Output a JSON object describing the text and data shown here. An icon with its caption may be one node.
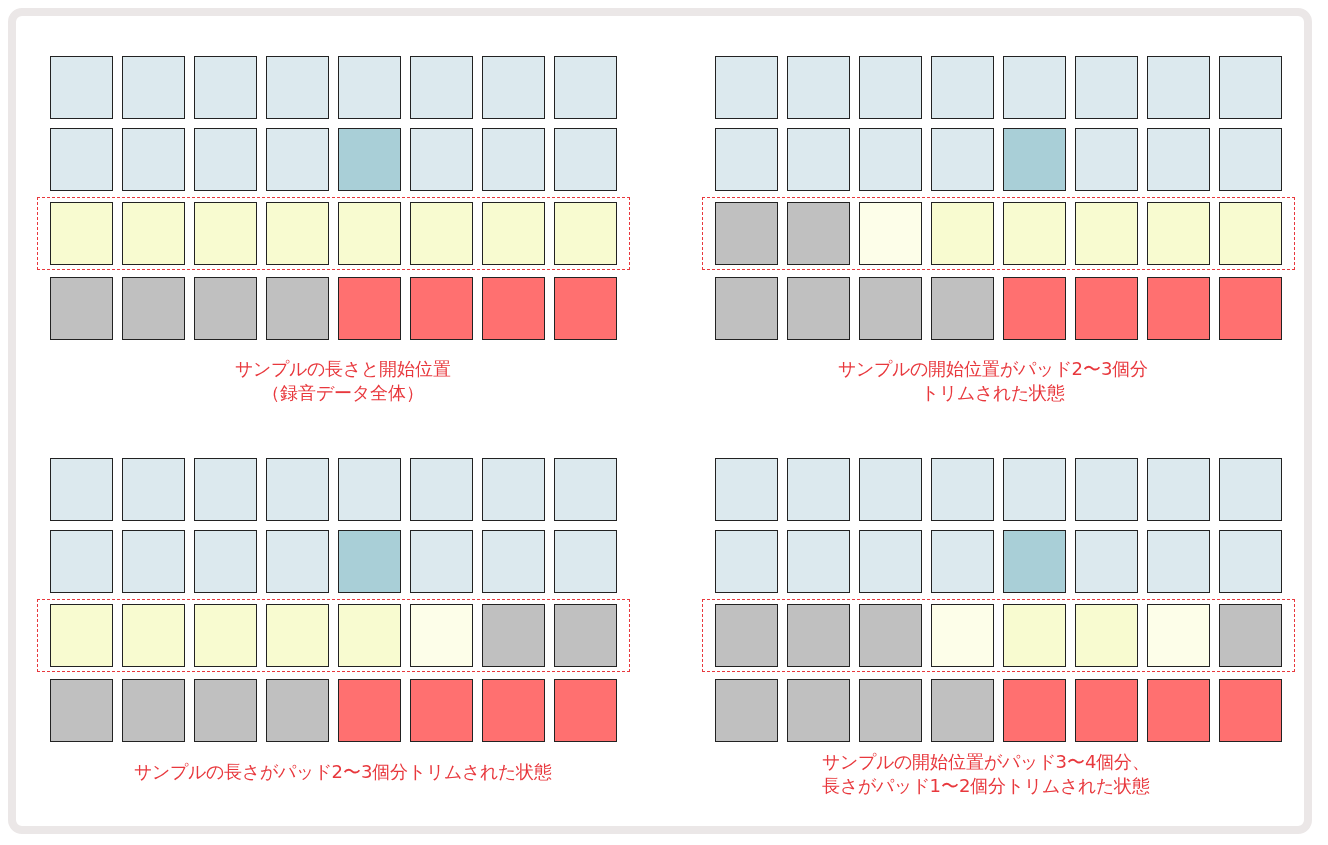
{
  "diagram": {
    "labels": [
      "サンプルの長さと開始位置（録音データ全体）",
      "サンプルの開始位置がパッド2〜3個分トリムされた状態",
      "サンプルの長さがパッド2〜3個分トリムされた状態",
      "サンプルの開始位置がパッド3〜4個分、長さがパッド1〜2個分トリムされた状態"
    ]
  }
}
